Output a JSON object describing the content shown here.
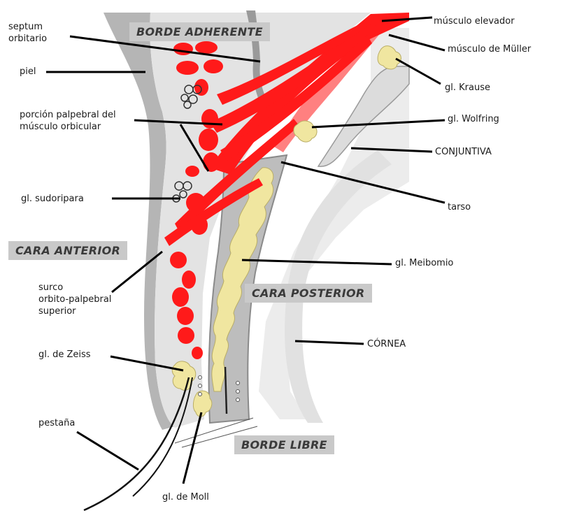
{
  "regions": {
    "borde_adherente": "BORDE ADHERENTE",
    "cara_anterior": "CARA ANTERIOR",
    "cara_posterior": "CARA POSTERIOR",
    "borde_libre": "BORDE LIBRE"
  },
  "labels": {
    "septum_orbitario": [
      "septum",
      "orbitario"
    ],
    "piel": "piel",
    "porcion_palpebral": [
      "porción palpebral del",
      "músculo orbicular"
    ],
    "gl_sudoripara": "gl. sudoripara",
    "surco_orbito_palpebral": [
      "surco",
      "orbito-palpebral",
      "superior"
    ],
    "gl_zeiss": "gl. de Zeiss",
    "pestana": "pestaña",
    "gl_moll": "gl. de Moll",
    "musculo_elevador": "músculo elevador",
    "musculo_muller": "músculo de Müller",
    "gl_krause": "gl. Krause",
    "gl_wolfring": "gl. Wolfring",
    "conjuntiva": "CONJUNTIVA",
    "tarso": "tarso",
    "gl_meibomio": "gl. Meibomio",
    "cornea": "CÓRNEA"
  },
  "colors": {
    "muscle": "#ff1a1a",
    "muller": "#ff8080",
    "gland": "#f0e6a0",
    "tissue": "#c8c8c8",
    "dark_tissue": "#9a9a9a",
    "leader": "#000000",
    "label_box": "#c9c9c9"
  }
}
